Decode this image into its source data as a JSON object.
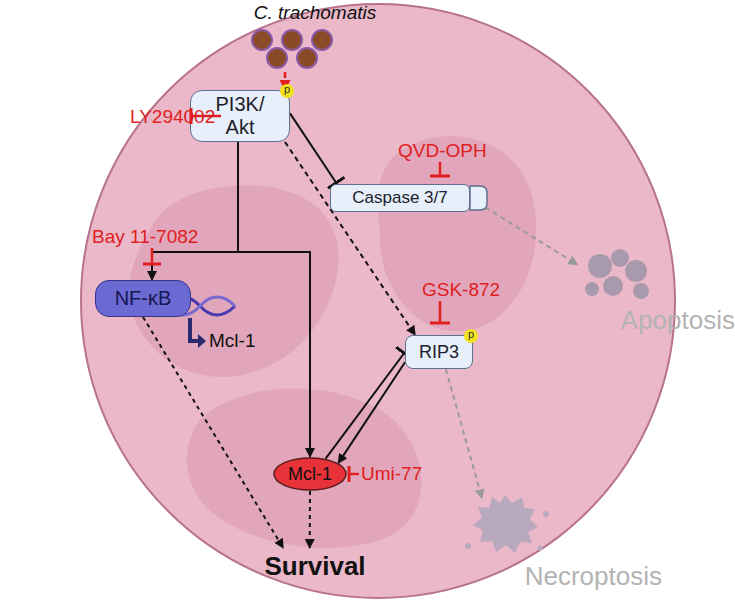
{
  "diagram": {
    "nodes": [
      {
        "text": [
          "C. trachomatis"
        ]
      },
      {
        "text": [
          "PI3K/ Akt"
        ]
      },
      {
        "text": [
          "Caspase 3/7"
        ]
      },
      {
        "text": [
          "NF-κB"
        ]
      },
      {
        "text": [
          "Apoptosis"
        ]
      },
      {
        "text": [
          "RIP3"
        ]
      },
      {
        "text": [
          "Mcl-1"
        ]
      },
      {
        "text": [
          "Necroptosis"
        ]
      },
      {
        "text": [
          "Survival"
        ]
      }
    ],
    "edges": [
      {
        "from": 0,
        "to": 1,
        "arrow": "to"
      },
      {
        "from": 1,
        "to": 2,
        "arrow": "to"
      },
      {
        "from": 1,
        "to": 3,
        "arrow": "to"
      },
      {
        "from": 1,
        "to": 6,
        "arrow": "to"
      },
      {
        "from": 1,
        "to": 5,
        "arrow": "to"
      },
      {
        "from": 6,
        "to": 5,
        "arrow": "to"
      },
      {
        "from": 5,
        "to": 6,
        "arrow": "to"
      },
      {
        "from": 2,
        "to": 4,
        "arrow": "to"
      },
      {
        "from": 5,
        "to": 7,
        "arrow": "to"
      },
      {
        "from": 3,
        "to": 8,
        "arrow": "to"
      },
      {
        "from": 6,
        "to": 8,
        "arrow": "to"
      }
    ],
    "labels": [
      "LY294002",
      "Bay 11-7082",
      "QVD-OPH",
      "GSK-872",
      "Umi-77",
      "Mcl-1",
      "p",
      "p"
    ]
  }
}
